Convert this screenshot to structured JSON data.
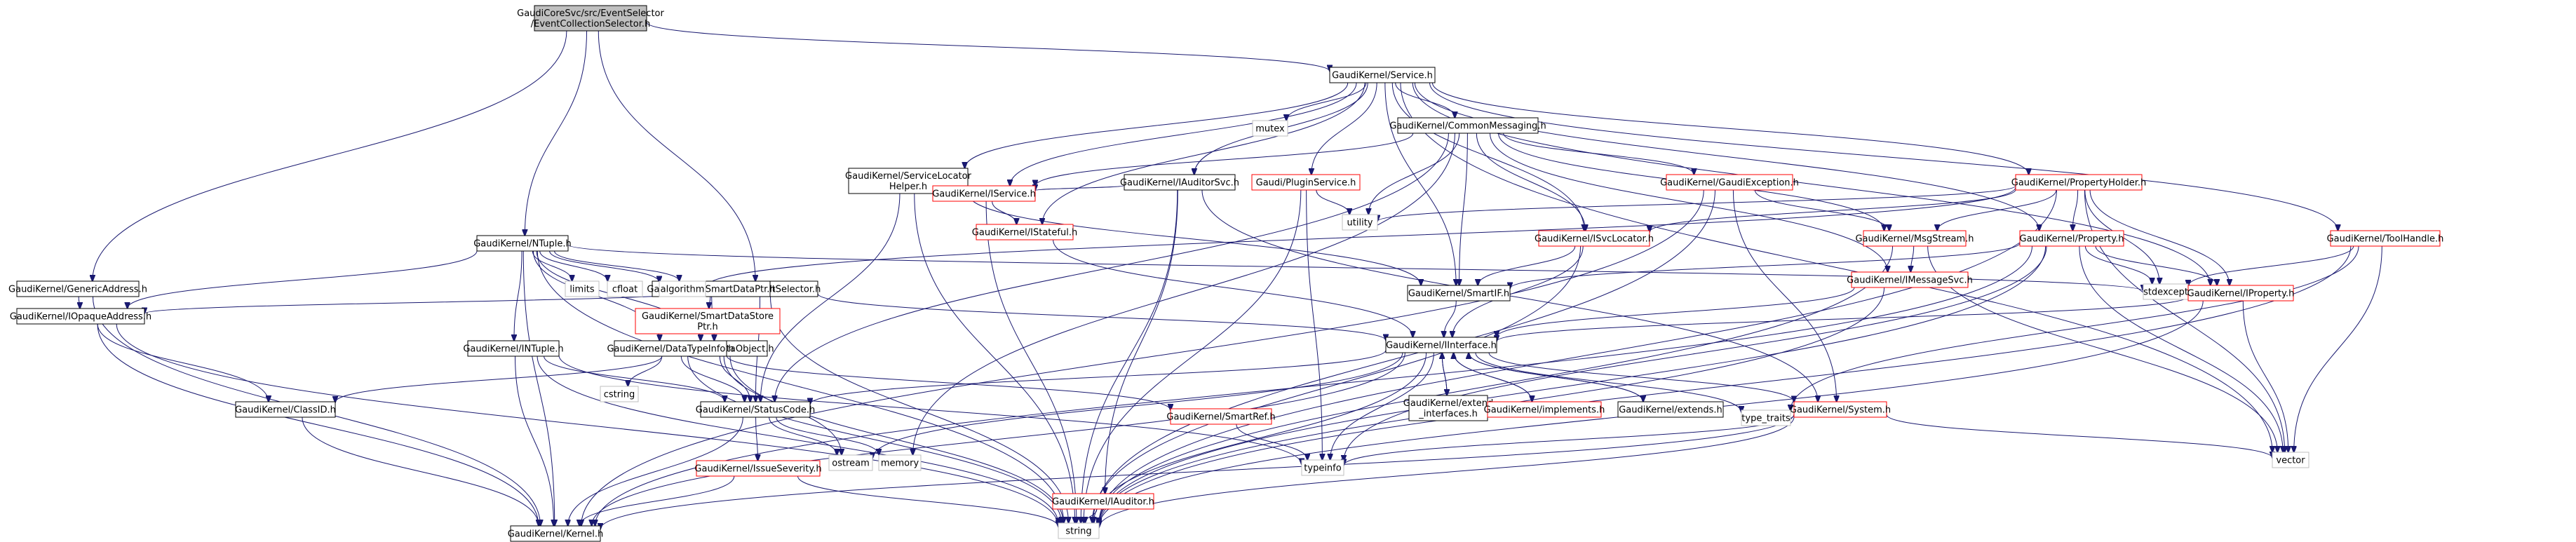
{
  "title": "",
  "colors": {
    "edge": "#191970",
    "root_fill": "#bfbfbf",
    "black_border": "#000000",
    "red_border": "#ff0000",
    "grey_border": "#bfbfbf",
    "background": "#ffffff"
  },
  "nodes": [
    {
      "id": "root",
      "lines": [
        "GaudiCoreSvc/src/EventSelector",
        "/EventCollectionSelector.h"
      ],
      "style": "root"
    },
    {
      "id": "service",
      "lines": [
        "GaudiKernel/Service.h"
      ],
      "style": "black"
    },
    {
      "id": "generic",
      "lines": [
        "GaudiKernel/GenericAddress.h"
      ],
      "style": "black"
    },
    {
      "id": "ntuple",
      "lines": [
        "GaudiKernel/NTuple.h"
      ],
      "style": "black"
    },
    {
      "id": "ievtsel",
      "lines": [
        "GaudiKernel/IEvtSelector.h"
      ],
      "style": "black"
    },
    {
      "id": "iopaque",
      "lines": [
        "GaudiKernel/IOpaqueAddress.h"
      ],
      "style": "black"
    },
    {
      "id": "classid",
      "lines": [
        "GaudiKernel/ClassID.h"
      ],
      "style": "black"
    },
    {
      "id": "kernel",
      "lines": [
        "GaudiKernel/Kernel.h"
      ],
      "style": "black"
    },
    {
      "id": "limits",
      "lines": [
        "limits"
      ],
      "style": "grey"
    },
    {
      "id": "cfloat",
      "lines": [
        "cfloat"
      ],
      "style": "grey"
    },
    {
      "id": "smartdataptr",
      "lines": [
        "GaudiKernel/SmartDataPtr.h"
      ],
      "style": "black"
    },
    {
      "id": "smartdatastore",
      "lines": [
        "GaudiKernel/SmartDataStore",
        "Ptr.h"
      ],
      "style": "red"
    },
    {
      "id": "dataobject",
      "lines": [
        "GaudiKernel/DataObject.h"
      ],
      "style": "black"
    },
    {
      "id": "intuple",
      "lines": [
        "GaudiKernel/INTuple.h"
      ],
      "style": "black"
    },
    {
      "id": "datatypeinfo",
      "lines": [
        "GaudiKernel/DataTypeInfo.h"
      ],
      "style": "black"
    },
    {
      "id": "cstring",
      "lines": [
        "cstring"
      ],
      "style": "grey"
    },
    {
      "id": "algorithm",
      "lines": [
        "algorithm"
      ],
      "style": "grey"
    },
    {
      "id": "statuscode",
      "lines": [
        "GaudiKernel/StatusCode.h"
      ],
      "style": "black"
    },
    {
      "id": "issueseverity",
      "lines": [
        "GaudiKernel/IssueSeverity.h"
      ],
      "style": "red"
    },
    {
      "id": "ostream",
      "lines": [
        "ostream"
      ],
      "style": "grey"
    },
    {
      "id": "memory",
      "lines": [
        "memory"
      ],
      "style": "grey"
    },
    {
      "id": "string",
      "lines": [
        "string"
      ],
      "style": "grey"
    },
    {
      "id": "svclocatorhelper",
      "lines": [
        "GaudiKernel/ServiceLocator",
        "Helper.h"
      ],
      "style": "black"
    },
    {
      "id": "iservice",
      "lines": [
        "GaudiKernel/IService.h"
      ],
      "style": "red"
    },
    {
      "id": "istateful",
      "lines": [
        "GaudiKernel/IStateful.h"
      ],
      "style": "red"
    },
    {
      "id": "iauditorsvc",
      "lines": [
        "GaudiKernel/IAuditorSvc.h"
      ],
      "style": "black"
    },
    {
      "id": "iauditor",
      "lines": [
        "GaudiKernel/IAuditor.h"
      ],
      "style": "red"
    },
    {
      "id": "mutex",
      "lines": [
        "mutex"
      ],
      "style": "grey"
    },
    {
      "id": "commonmsg",
      "lines": [
        "GaudiKernel/CommonMessaging.h"
      ],
      "style": "black"
    },
    {
      "id": "pluginservice",
      "lines": [
        "Gaudi/PluginService.h"
      ],
      "style": "red"
    },
    {
      "id": "utility",
      "lines": [
        "utility"
      ],
      "style": "grey"
    },
    {
      "id": "gaudiexception",
      "lines": [
        "GaudiKernel/GaudiException.h"
      ],
      "style": "red"
    },
    {
      "id": "isvclocator",
      "lines": [
        "GaudiKernel/ISvcLocator.h"
      ],
      "style": "red"
    },
    {
      "id": "smartif",
      "lines": [
        "GaudiKernel/SmartIF.h"
      ],
      "style": "black"
    },
    {
      "id": "iinterface",
      "lines": [
        "GaudiKernel/IInterface.h"
      ],
      "style": "black"
    },
    {
      "id": "smartref",
      "lines": [
        "GaudiKernel/SmartRef.h"
      ],
      "style": "red"
    },
    {
      "id": "extendiface",
      "lines": [
        "GaudiKernel/extend",
        "_interfaces.h"
      ],
      "style": "black"
    },
    {
      "id": "implements",
      "lines": [
        "GaudiKernel/implements.h"
      ],
      "style": "red"
    },
    {
      "id": "extends",
      "lines": [
        "GaudiKernel/extends.h"
      ],
      "style": "black"
    },
    {
      "id": "system",
      "lines": [
        "GaudiKernel/System.h"
      ],
      "style": "red"
    },
    {
      "id": "typeinfo",
      "lines": [
        "typeinfo"
      ],
      "style": "grey"
    },
    {
      "id": "typetraits",
      "lines": [
        "type_traits"
      ],
      "style": "grey"
    },
    {
      "id": "msgstream",
      "lines": [
        "GaudiKernel/MsgStream.h"
      ],
      "style": "red"
    },
    {
      "id": "imessagesvc",
      "lines": [
        "GaudiKernel/IMessageSvc.h"
      ],
      "style": "red"
    },
    {
      "id": "propertyholder",
      "lines": [
        "GaudiKernel/PropertyHolder.h"
      ],
      "style": "red"
    },
    {
      "id": "property",
      "lines": [
        "GaudiKernel/Property.h"
      ],
      "style": "red"
    },
    {
      "id": "stdexcept",
      "lines": [
        "stdexcept"
      ],
      "style": "grey"
    },
    {
      "id": "iproperty",
      "lines": [
        "GaudiKernel/IProperty.h"
      ],
      "style": "red"
    },
    {
      "id": "vector",
      "lines": [
        "vector"
      ],
      "style": "grey"
    },
    {
      "id": "toolhandle",
      "lines": [
        "GaudiKernel/ToolHandle.h"
      ],
      "style": "red"
    }
  ],
  "edges": [
    [
      "root",
      "service"
    ],
    [
      "root",
      "generic"
    ],
    [
      "root",
      "ntuple"
    ],
    [
      "root",
      "ievtsel"
    ],
    [
      "service",
      "svclocatorhelper"
    ],
    [
      "service",
      "iservice"
    ],
    [
      "service",
      "istateful"
    ],
    [
      "service",
      "iauditorsvc"
    ],
    [
      "service",
      "mutex"
    ],
    [
      "service",
      "commonmsg"
    ],
    [
      "service",
      "pluginservice"
    ],
    [
      "service",
      "isvclocator"
    ],
    [
      "service",
      "smartif"
    ],
    [
      "service",
      "propertyholder"
    ],
    [
      "service",
      "property"
    ],
    [
      "service",
      "iproperty"
    ],
    [
      "service",
      "toolhandle"
    ],
    [
      "service",
      "vector"
    ],
    [
      "generic",
      "iopaque"
    ],
    [
      "generic",
      "kernel"
    ],
    [
      "ntuple",
      "iopaque"
    ],
    [
      "ntuple",
      "limits"
    ],
    [
      "ntuple",
      "cfloat"
    ],
    [
      "ntuple",
      "smartdataptr"
    ],
    [
      "ntuple",
      "dataobject"
    ],
    [
      "ntuple",
      "intuple"
    ],
    [
      "ntuple",
      "datatypeinfo"
    ],
    [
      "ntuple",
      "algorithm"
    ],
    [
      "ntuple",
      "stdexcept"
    ],
    [
      "ntuple",
      "string"
    ],
    [
      "ntuple",
      "kernel"
    ],
    [
      "ievtsel",
      "iopaque"
    ],
    [
      "ievtsel",
      "statuscode"
    ],
    [
      "ievtsel",
      "iinterface"
    ],
    [
      "ievtsel",
      "string"
    ],
    [
      "iopaque",
      "classid"
    ],
    [
      "iopaque",
      "kernel"
    ],
    [
      "iopaque",
      "string"
    ],
    [
      "classid",
      "kernel"
    ],
    [
      "smartdataptr",
      "smartdatastore"
    ],
    [
      "smartdataptr",
      "dataobject"
    ],
    [
      "dataobject",
      "classid"
    ],
    [
      "dataobject",
      "statuscode"
    ],
    [
      "dataobject",
      "ostream"
    ],
    [
      "dataobject",
      "string"
    ],
    [
      "intuple",
      "statuscode"
    ],
    [
      "intuple",
      "kernel"
    ],
    [
      "intuple",
      "string"
    ],
    [
      "intuple",
      "typeinfo"
    ],
    [
      "datatypeinfo",
      "cstring"
    ],
    [
      "datatypeinfo",
      "string"
    ],
    [
      "datatypeinfo",
      "smartref"
    ],
    [
      "datatypeinfo",
      "statuscode"
    ],
    [
      "statuscode",
      "issueseverity"
    ],
    [
      "statuscode",
      "ostream"
    ],
    [
      "statuscode",
      "memory"
    ],
    [
      "statuscode",
      "kernel"
    ],
    [
      "issueseverity",
      "kernel"
    ],
    [
      "issueseverity",
      "string"
    ],
    [
      "svclocatorhelper",
      "iservice"
    ],
    [
      "svclocatorhelper",
      "statuscode"
    ],
    [
      "svclocatorhelper",
      "smartif"
    ],
    [
      "svclocatorhelper",
      "string"
    ],
    [
      "iservice",
      "istateful"
    ],
    [
      "iservice",
      "string"
    ],
    [
      "istateful",
      "iinterface"
    ],
    [
      "iauditorsvc",
      "iservice"
    ],
    [
      "iauditorsvc",
      "iauditor"
    ],
    [
      "iauditorsvc",
      "system"
    ],
    [
      "iauditorsvc",
      "string"
    ],
    [
      "iauditor",
      "string"
    ],
    [
      "commonmsg",
      "iservice"
    ],
    [
      "commonmsg",
      "memory"
    ],
    [
      "commonmsg",
      "utility"
    ],
    [
      "commonmsg",
      "gaudiexception"
    ],
    [
      "commonmsg",
      "isvclocator"
    ],
    [
      "commonmsg",
      "msgstream"
    ],
    [
      "commonmsg",
      "imessagesvc"
    ],
    [
      "commonmsg",
      "smartif"
    ],
    [
      "commonmsg",
      "statuscode"
    ],
    [
      "pluginservice",
      "utility"
    ],
    [
      "pluginservice",
      "string"
    ],
    [
      "pluginservice",
      "typeinfo"
    ],
    [
      "gaudiexception",
      "msgstream"
    ],
    [
      "gaudiexception",
      "system"
    ],
    [
      "gaudiexception",
      "string"
    ],
    [
      "gaudiexception",
      "kernel"
    ],
    [
      "isvclocator",
      "smartif"
    ],
    [
      "isvclocator",
      "iinterface"
    ],
    [
      "isvclocator",
      "string"
    ],
    [
      "smartif",
      "iinterface"
    ],
    [
      "iinterface",
      "statuscode"
    ],
    [
      "iinterface",
      "extendiface"
    ],
    [
      "iinterface",
      "implements"
    ],
    [
      "iinterface",
      "extends"
    ],
    [
      "iinterface",
      "system"
    ],
    [
      "iinterface",
      "typeinfo"
    ],
    [
      "iinterface",
      "typetraits"
    ],
    [
      "iinterface",
      "ostream"
    ],
    [
      "iinterface",
      "string"
    ],
    [
      "iinterface",
      "kernel"
    ],
    [
      "extendiface",
      "iinterface"
    ],
    [
      "implements",
      "iinterface"
    ],
    [
      "extends",
      "iinterface"
    ],
    [
      "smartref",
      "typeinfo"
    ],
    [
      "system",
      "kernel"
    ],
    [
      "system",
      "string"
    ],
    [
      "system",
      "typeinfo"
    ],
    [
      "system",
      "vector"
    ],
    [
      "msgstream",
      "imessagesvc"
    ],
    [
      "msgstream",
      "string"
    ],
    [
      "msgstream",
      "vector"
    ],
    [
      "imessagesvc",
      "iinterface"
    ],
    [
      "imessagesvc",
      "string"
    ],
    [
      "propertyholder",
      "msgstream"
    ],
    [
      "propertyholder",
      "property"
    ],
    [
      "propertyholder",
      "iproperty"
    ],
    [
      "propertyholder",
      "isvclocator"
    ],
    [
      "propertyholder",
      "algorithm"
    ],
    [
      "propertyholder",
      "utility"
    ],
    [
      "propertyholder",
      "stdexcept"
    ],
    [
      "propertyholder",
      "vector"
    ],
    [
      "propertyholder",
      "string"
    ],
    [
      "property",
      "iproperty"
    ],
    [
      "property",
      "smartif"
    ],
    [
      "property",
      "stdexcept"
    ],
    [
      "property",
      "string"
    ],
    [
      "property",
      "kernel"
    ],
    [
      "property",
      "typeinfo"
    ],
    [
      "property",
      "vector"
    ],
    [
      "iproperty",
      "iinterface"
    ],
    [
      "iproperty",
      "string"
    ],
    [
      "iproperty",
      "vector"
    ],
    [
      "toolhandle",
      "stdexcept"
    ],
    [
      "toolhandle",
      "typetraits"
    ],
    [
      "toolhandle",
      "vector"
    ],
    [
      "toolhandle",
      "string"
    ]
  ]
}
